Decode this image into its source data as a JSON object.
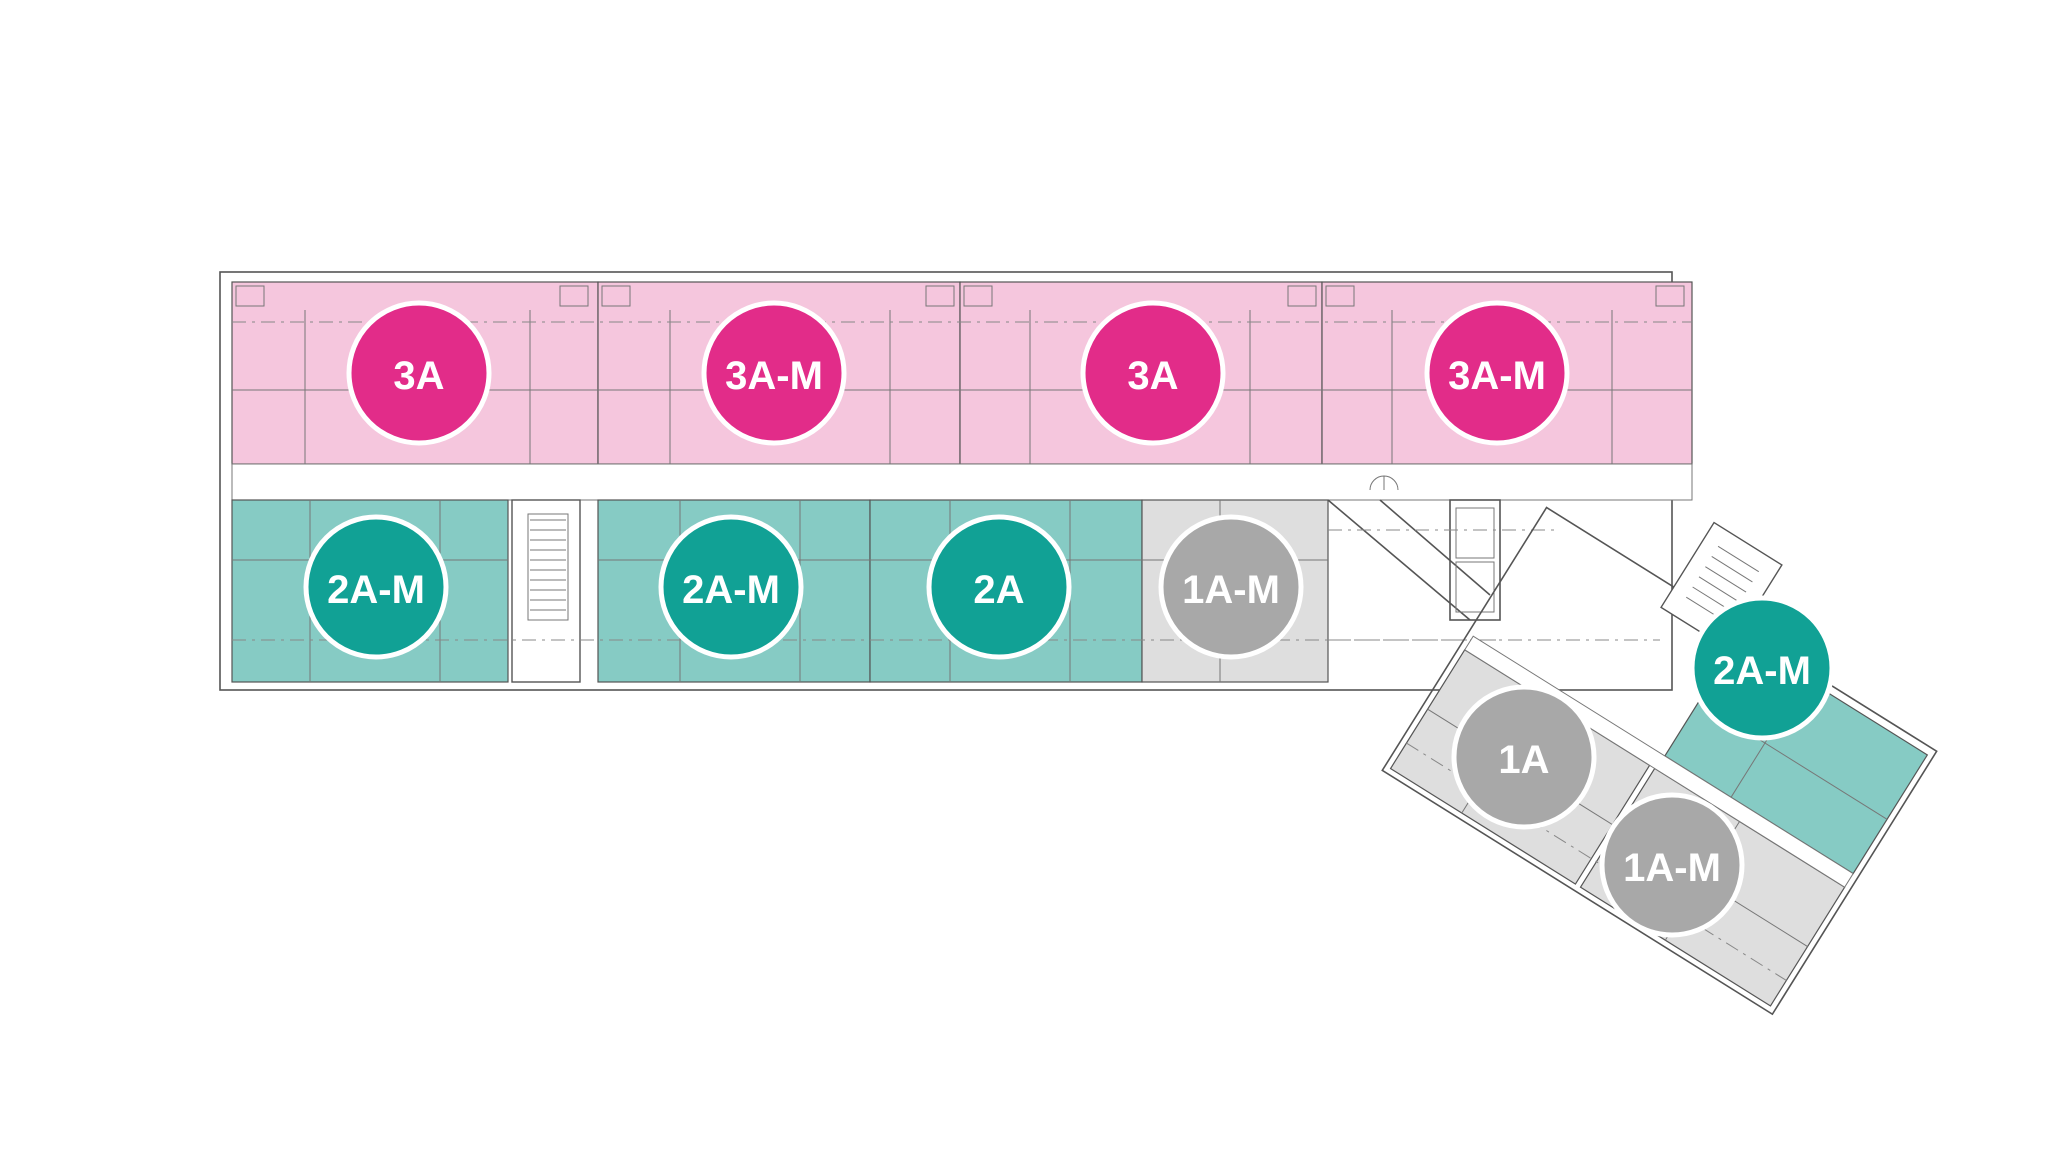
{
  "colors": {
    "pink_zone": "#f5c6dd",
    "pink_badge": "#e22c89",
    "teal_zone": "#86cbc4",
    "teal_badge": "#11a195",
    "grey_zone": "#dedede",
    "grey_badge": "#a8a8a8",
    "background": "#ffffff",
    "wall": "#555555"
  },
  "units": [
    {
      "id": "u1",
      "label": "3A",
      "type": "pink"
    },
    {
      "id": "u2",
      "label": "3A-M",
      "type": "pink"
    },
    {
      "id": "u3",
      "label": "3A",
      "type": "pink"
    },
    {
      "id": "u4",
      "label": "3A-M",
      "type": "pink"
    },
    {
      "id": "u5",
      "label": "2A-M",
      "type": "teal"
    },
    {
      "id": "u6",
      "label": "2A-M",
      "type": "teal"
    },
    {
      "id": "u7",
      "label": "2A",
      "type": "teal"
    },
    {
      "id": "u8",
      "label": "1A-M",
      "type": "grey"
    },
    {
      "id": "u9",
      "label": "2A-M",
      "type": "teal"
    },
    {
      "id": "u10",
      "label": "1A",
      "type": "grey"
    },
    {
      "id": "u11",
      "label": "1A-M",
      "type": "grey"
    }
  ]
}
